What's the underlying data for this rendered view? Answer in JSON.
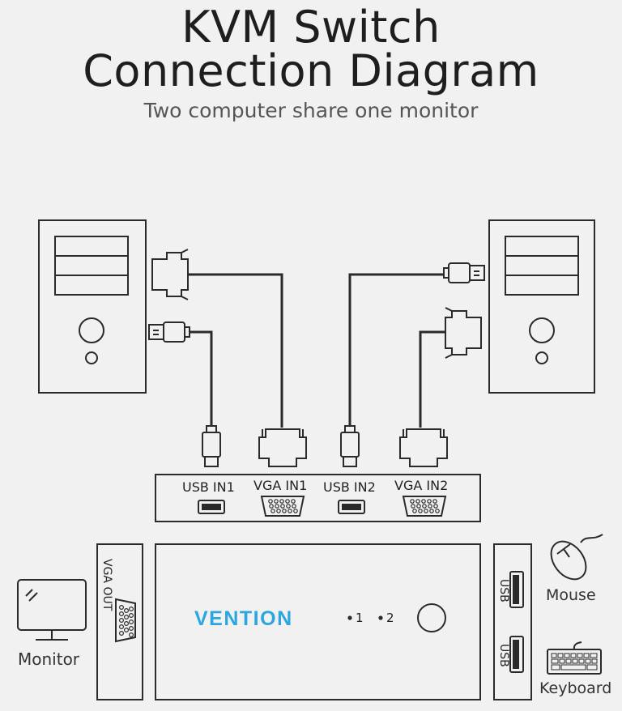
{
  "header": {
    "title_line1": "KVM Switch",
    "title_line2": "Connection Diagram",
    "subtitle": "Two computer share one monitor"
  },
  "ports": {
    "usb_in1": "USB IN1",
    "vga_in1": "VGA IN1",
    "usb_in2": "USB IN2",
    "vga_in2": "VGA IN2",
    "vga_out": "VGA OUT",
    "usb_a": "USB",
    "usb_b": "USB"
  },
  "switch": {
    "brand": "VENTION",
    "indicator_1": "1",
    "indicator_2": "2"
  },
  "devices": {
    "monitor": "Monitor",
    "mouse": "Mouse",
    "keyboard": "Keyboard"
  },
  "colors": {
    "line": "#2a2a2a",
    "brand": "#2aa7e0",
    "background": "#f1f1f1"
  }
}
